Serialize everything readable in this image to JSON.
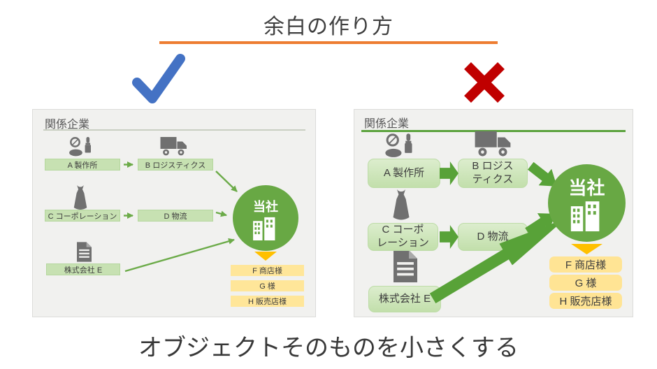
{
  "title": "余白の作り方",
  "caption": "オブジェクトそのものを小さくする",
  "good_panel": {
    "header": "関係企業",
    "company": "当社",
    "node_a": "A 製作所",
    "node_b": "B ロジスティクス",
    "node_c": "C コーポレーション",
    "node_d": "D 物流",
    "node_e": "株式会社 E",
    "customer_f": "F 商店様",
    "customer_g": "G 様",
    "customer_h": "H 販売店様"
  },
  "bad_panel": {
    "header": "関係企業",
    "company": "当社",
    "node_a": "A 製作所",
    "node_b": "B ロジス\nティクス",
    "node_c": "C コーポ\nレーション",
    "node_d": "D 物流",
    "node_e": "株式会社 E",
    "customer_f": "F 商店様",
    "customer_g": "G 様",
    "customer_h": "H 販売店様"
  },
  "colors": {
    "accent_orange": "#ed7d31",
    "diagram_green": "#68a844",
    "light_green_box": "#c7e1b2",
    "yellow_box": "#ffe699",
    "amber_triangle": "#ffc000",
    "check_blue": "#4472c4",
    "cross_red": "#c00000",
    "icon_gray": "#707070"
  }
}
